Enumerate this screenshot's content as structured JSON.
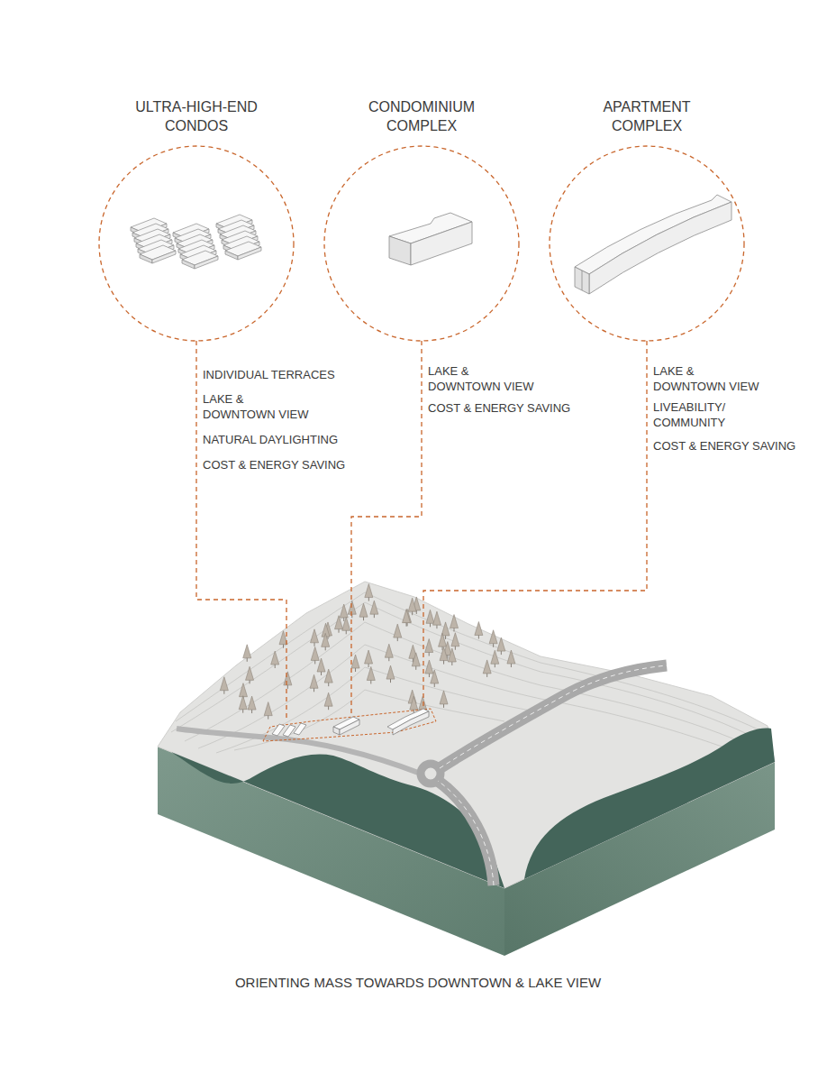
{
  "diagram": {
    "caption": "ORIENTING MASS TOWARDS DOWNTOWN & LAKE VIEW",
    "nodes": [
      {
        "text": [
          "ULTRA-HIGH-END CONDOS"
        ]
      },
      {
        "text": [
          "CONDOMINIUM COMPLEX"
        ]
      },
      {
        "text": [
          "APARTMENT COMPLEX"
        ]
      }
    ],
    "labels": [
      "INDIVIDUAL TERRACES",
      "LAKE & DOWNTOWN VIEW",
      "NATURAL DAYLIGHTING",
      "COST & ENERGY SAVING",
      "LAKE & DOWNTOWN VIEW",
      "COST & ENERGY SAVING",
      "LAKE & DOWNTOWN VIEW",
      "LIVEABILITY/ COMMUNITY",
      "COST & ENERGY SAVING"
    ]
  }
}
